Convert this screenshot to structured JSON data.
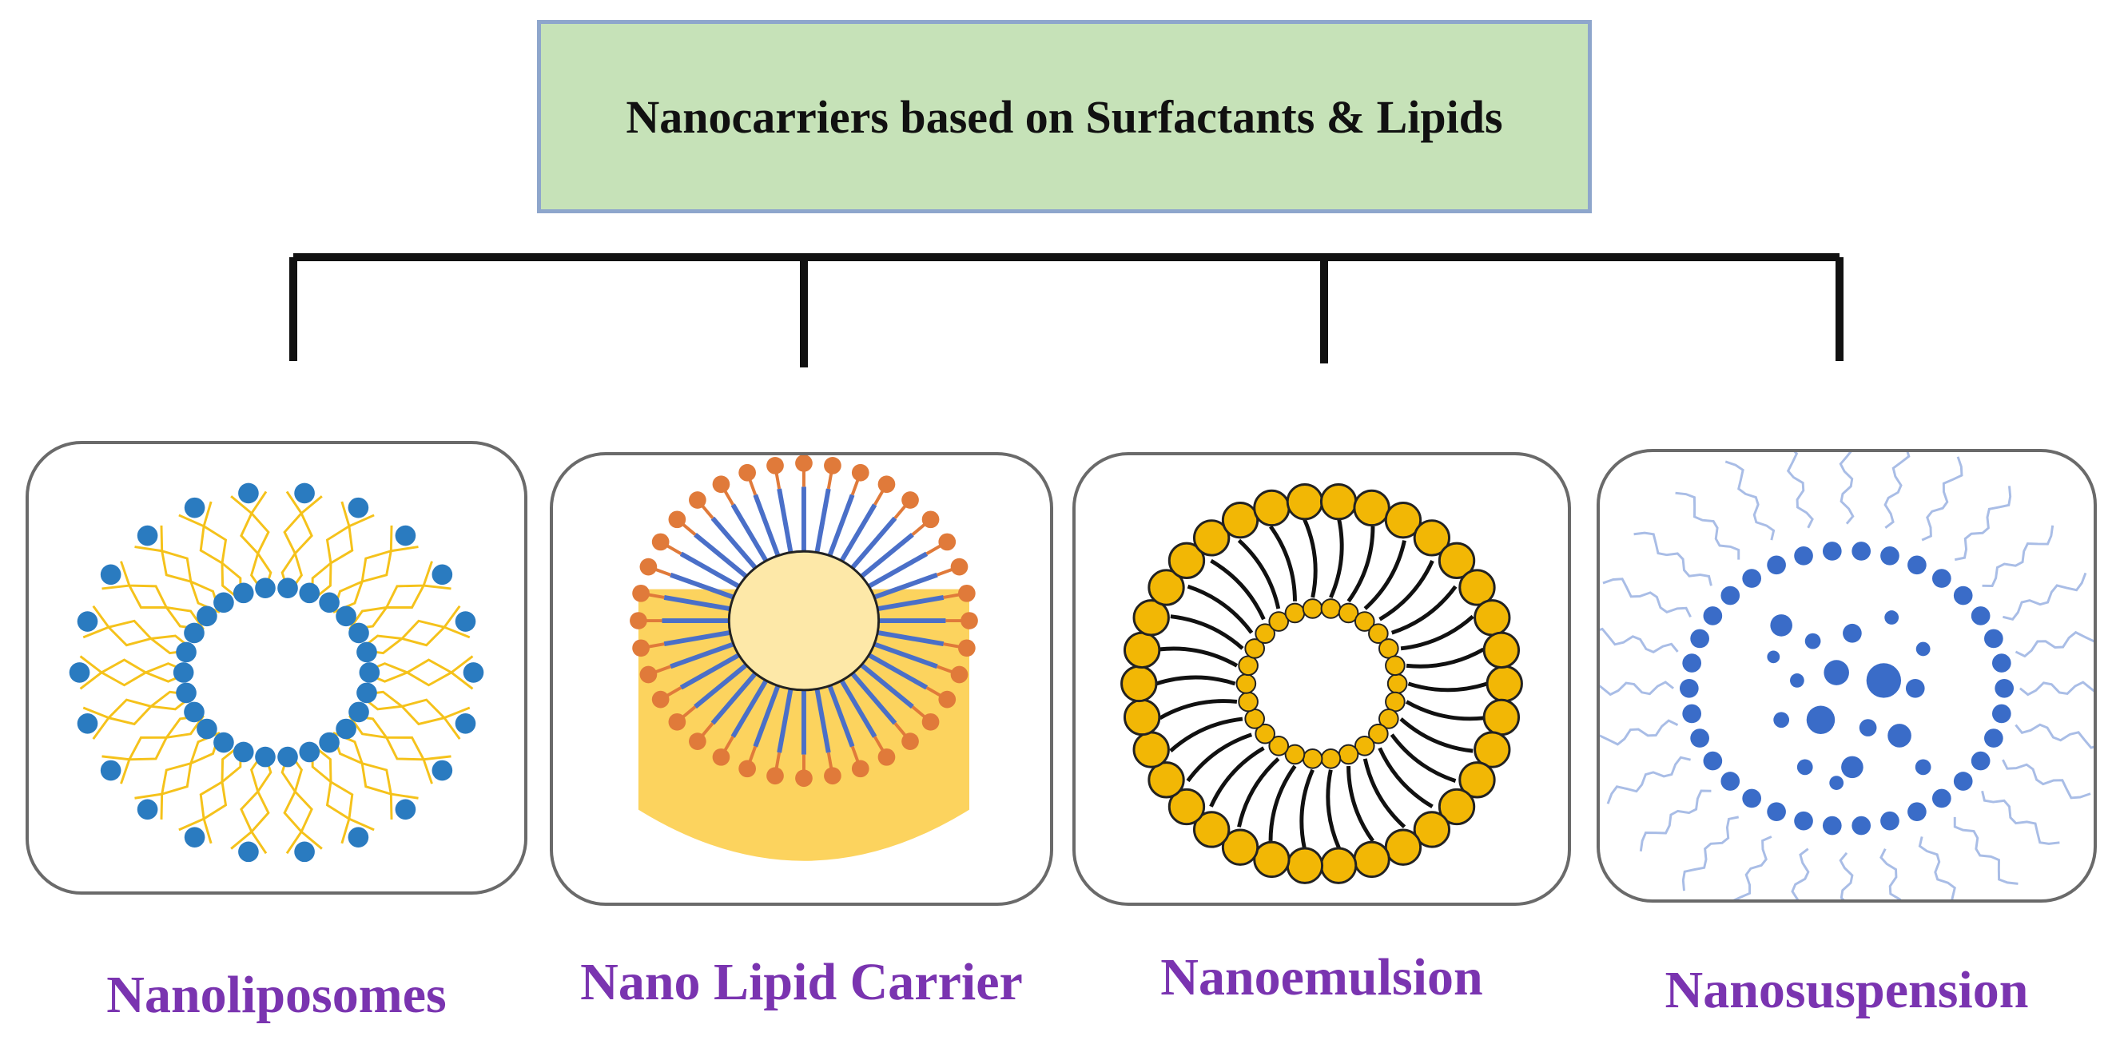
{
  "title": "Nanocarriers based on Surfactants & Lipids",
  "items": [
    {
      "label": "Nanoliposomes"
    },
    {
      "label": "Nano Lipid Carrier"
    },
    {
      "label": "Nanoemulsion"
    },
    {
      "label": "Nanosuspension"
    }
  ],
  "colors": {
    "title_fill": "#c6e2b8",
    "title_border": "#8ea6cc",
    "label_text": "#7a34b0",
    "phospholipid_head": "#2a7bc0",
    "phospholipid_tail": "#f5c21b",
    "nlc_head": "#e07a3a",
    "nlc_tail": "#4a6fc8",
    "nlc_core": "#fde8a8",
    "nlc_base": "#fcd35e",
    "emulsion_droplet": "#f2b705",
    "emulsion_tail": "#111111",
    "suspension_particle": "#3a6cc8",
    "suspension_strand": "#a9bde6"
  }
}
